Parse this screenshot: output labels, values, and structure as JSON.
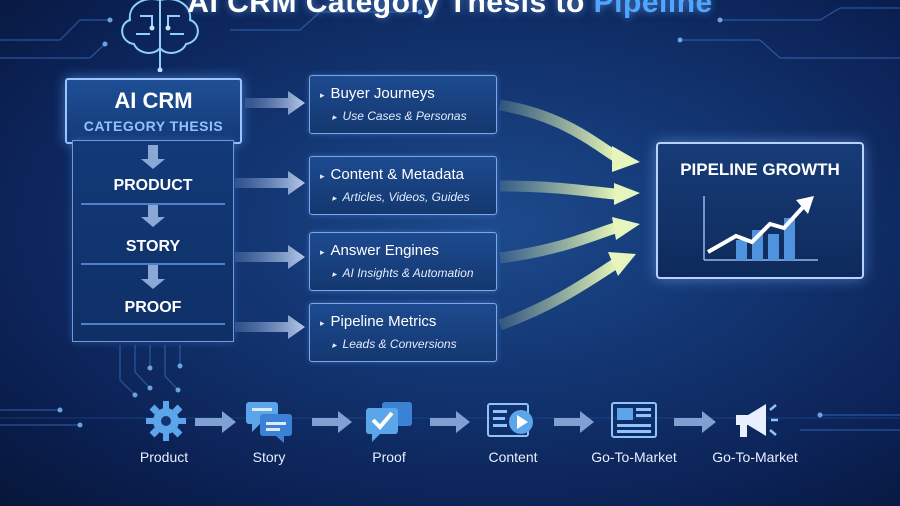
{
  "title": {
    "main": "AI CRM Category Thesis to ",
    "highlight": "Pipeline"
  },
  "thesis": {
    "main": "AI CRM",
    "sub": "CATEGORY THESIS"
  },
  "stack": [
    "PRODUCT",
    "STORY",
    "PROOF"
  ],
  "channels": [
    {
      "title": "Buyer Journeys",
      "sub": "Use Cases & Personas"
    },
    {
      "title": "Content & Metadata",
      "sub": "Articles, Videos, Guides"
    },
    {
      "title": "Answer Engines",
      "sub": "AI Insights & Automation"
    },
    {
      "title": "Pipeline Metrics",
      "sub": "Leads & Conversions"
    }
  ],
  "outcome": {
    "title": "PIPELINE GROWTH"
  },
  "bottom_flow": [
    {
      "label": "Product",
      "icon": "gear-icon"
    },
    {
      "label": "Story",
      "icon": "chat-bubbles-icon"
    },
    {
      "label": "Proof",
      "icon": "checkmark-chat-icon"
    },
    {
      "label": "Content",
      "icon": "video-play-icon"
    },
    {
      "label": "Go-To-Market",
      "icon": "newspaper-icon"
    },
    {
      "label": "Go-To-Market",
      "icon": "megaphone-icon"
    }
  ],
  "colors": {
    "accent": "#4da6ff",
    "background": "#123470",
    "arrow": "#cfe6a8"
  }
}
